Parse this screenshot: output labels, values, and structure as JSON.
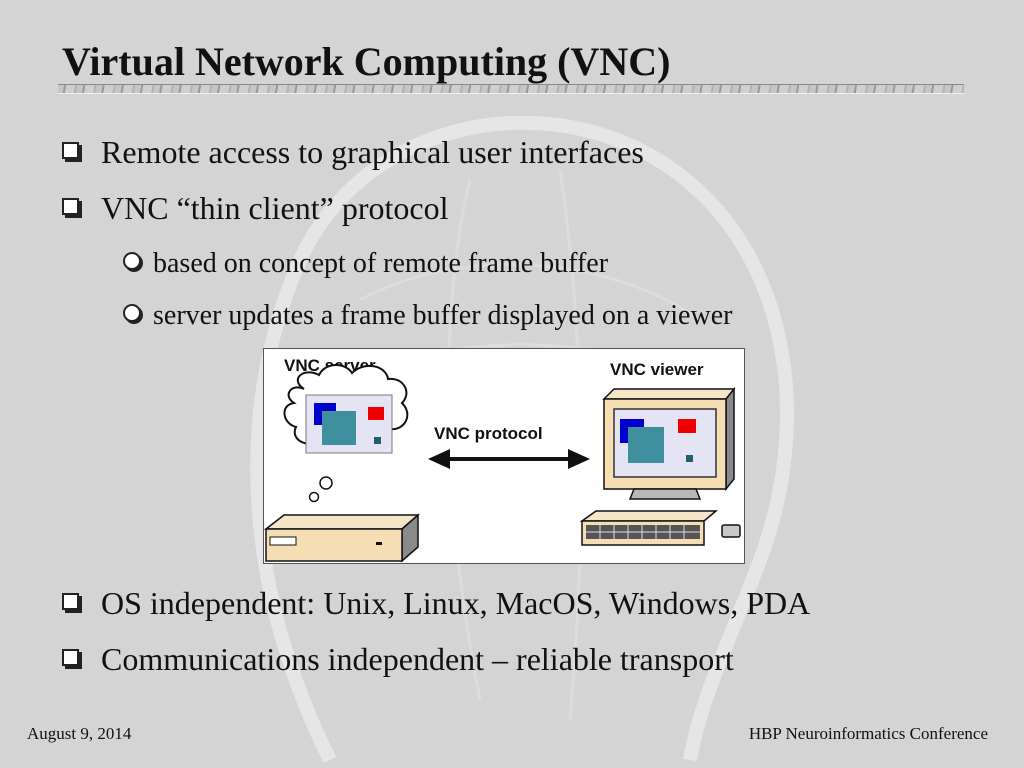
{
  "slide": {
    "title": "Virtual Network Computing (VNC)",
    "bullets": [
      "Remote access to graphical user interfaces",
      "VNC “thin client” protocol"
    ],
    "sub_bullets": [
      "based on concept of remote frame buffer",
      "server updates a frame buffer displayed on a viewer"
    ],
    "bullets_after": [
      "OS independent: Unix, Linux, MacOS, Windows, PDA",
      "Communications independent – reliable transport"
    ]
  },
  "figure": {
    "server_label": "VNC server",
    "viewer_label": "VNC viewer",
    "protocol_label": "VNC protocol"
  },
  "footer": {
    "date": "August 9, 2014",
    "event": "HBP Neuroinformatics Conference"
  },
  "colors": {
    "background": "#d4d4d4",
    "device_beige": "#f5deb3",
    "screen_blue": "#0000cc",
    "screen_teal": "#3f8f9f",
    "screen_red": "#ee0000"
  }
}
